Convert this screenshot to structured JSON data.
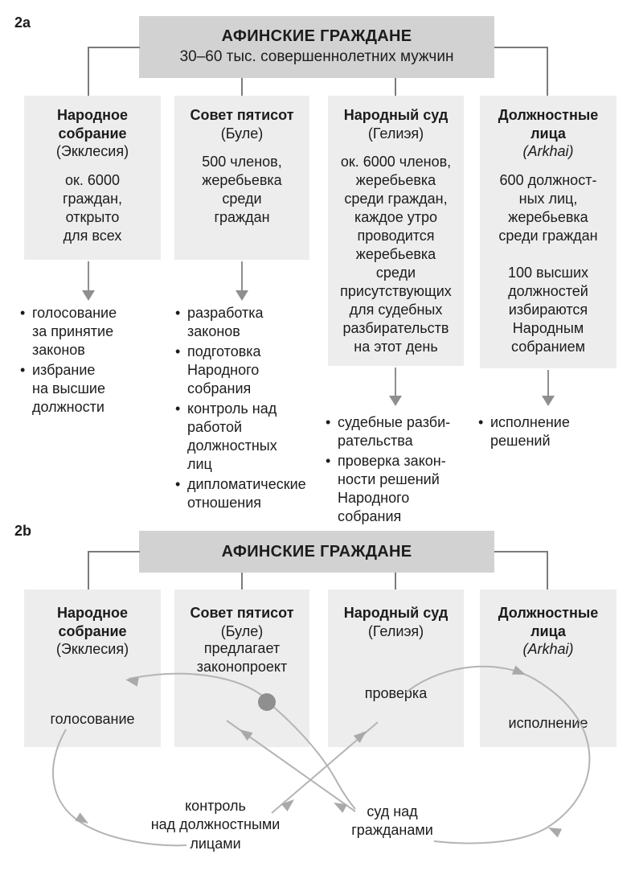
{
  "diagram_2a": {
    "label": "2a",
    "header": {
      "title": "АФИНСКИЕ ГРАЖДАНЕ",
      "subtitle": "30–60 тыс. совершеннолетних мужчин"
    },
    "columns": [
      {
        "title": "Народное\nсобрание",
        "alias": "(Экклесия)",
        "body": "ок. 6000\nграждан,\nоткрыто\nдля всех",
        "functions": [
          "голосование\nза принятие\nзаконов",
          "избрание\nна высшие\nдолжности"
        ]
      },
      {
        "title": "Совет пятисот",
        "alias": "(Буле)",
        "body": "500 членов,\nжеребьевка\nсреди\nграждан",
        "functions": [
          "разработка\nзаконов",
          "подготовка\nНародного\nсобрания",
          "контроль над\nработой\nдолжностных\nлиц",
          "дипломатические\nотношения"
        ]
      },
      {
        "title": "Народный суд",
        "alias": "(Гелиэя)",
        "body": "ок. 6000 членов,\nжеребьевка\nсреди граждан,\nкаждое утро\nпроводится\nжеребьевка\nсреди\nприсутствующих\nдля судебных\nразбирательств\nна этот день",
        "functions": [
          "судебные разби-\nрательства",
          "проверка закон-\nности решений\nНародного\nсобрания"
        ]
      },
      {
        "title": "Должностные\nлица",
        "alias": "(Arkhai)",
        "body": "600 должност-\nных лиц,\nжеребьевка\nсреди граждан\n\n100 высших\nдолжностей\nизбираются\nНародным\nсобранием",
        "functions": [
          "исполнение\nрешений"
        ]
      }
    ]
  },
  "diagram_2b": {
    "label": "2b",
    "header": {
      "title": "АФИНСКИЕ ГРАЖДАНЕ"
    },
    "columns": [
      {
        "title": "Народное\nсобрание",
        "alias": "(Экклесия)",
        "note": "голосование"
      },
      {
        "title": "Совет пятисот",
        "alias": "(Буле)",
        "note": "предлагает\nзаконопроект"
      },
      {
        "title": "Народный суд",
        "alias": "(Гелиэя)",
        "note": "проверка"
      },
      {
        "title": "Должностные\nлица",
        "alias": "(Arkhai)",
        "note": "исполнение"
      }
    ],
    "flow_labels": {
      "control": "контроль\nнад должностными\nлицами",
      "court": "суд над\nгражданами"
    },
    "arrows": [
      {
        "from": "Совет пятисот (предлагает законопроект)",
        "to": "Народное собрание (голосование)"
      },
      {
        "from": "Народное собрание (голосование)",
        "to": "Народный суд (проверка)",
        "label": "контроль над должностными лицами"
      },
      {
        "from": "Народный суд (проверка)",
        "to": "Должностные лица (исполнение)"
      },
      {
        "from": "Должностные лица (исполнение)",
        "to": "Совет пятисот",
        "label": "суд над гражданами"
      }
    ]
  },
  "colors": {
    "header_box": "#d2d2d2",
    "column_box": "#ededed",
    "connector": "#7b7b7b",
    "arrow": "#8f8f8f",
    "curve": "#b4b4b4",
    "text": "#1c1c1c"
  }
}
